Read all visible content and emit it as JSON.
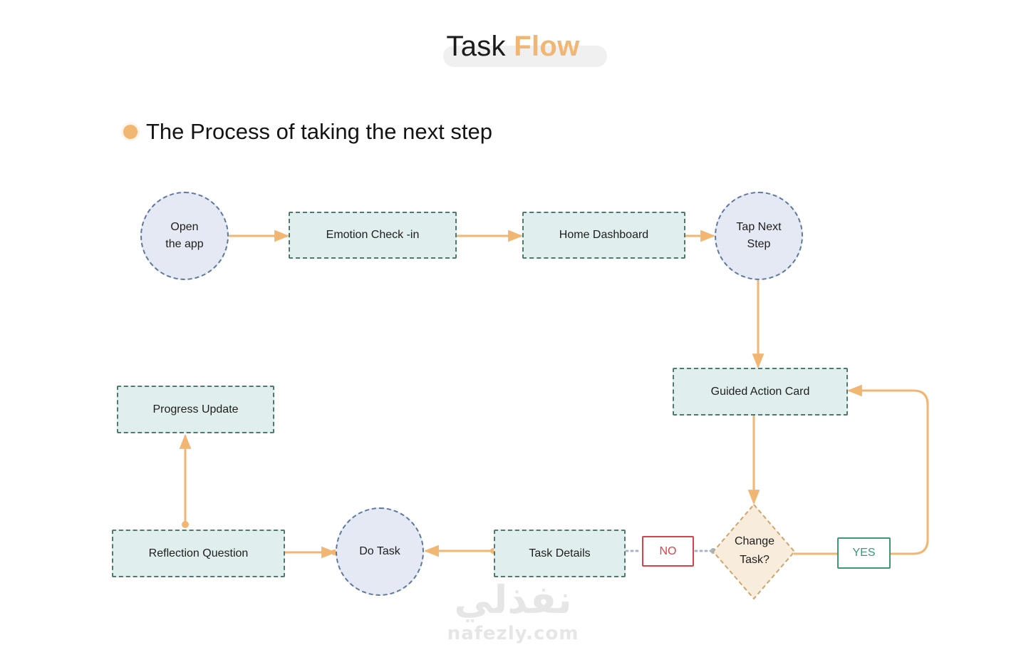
{
  "header": {
    "title_main": "Task",
    "title_accent": "Flow",
    "subtitle": "The Process of taking the next step"
  },
  "nodes": {
    "open_app_line1": "Open",
    "open_app_line2": "the app",
    "emotion_checkin": "Emotion Check -in",
    "home_dashboard": "Home Dashboard",
    "tap_next_step_line1": "Tap Next",
    "tap_next_step_line2": "Step",
    "guided_action_card": "Guided Action Card",
    "change_task_line1": "Change",
    "change_task_line2": "Task?",
    "task_details": "Task Details",
    "do_task": "Do Task",
    "reflection_question": "Reflection Question",
    "progress_update": "Progress Update"
  },
  "branches": {
    "no": "NO",
    "yes": "YES"
  },
  "watermark": {
    "arabic": "نفذلي",
    "latin": "nafezly.com"
  },
  "colors": {
    "accent": "#f2b673",
    "connector": "#f2b673",
    "rect_fill": "#e0efed",
    "rect_border": "#4f7a6f",
    "circle_fill": "#e4e9f3",
    "circle_border": "#5f789b",
    "diamond_fill": "#f8ecdc",
    "diamond_border": "#cfa56c",
    "no": "#d8434a",
    "yes": "#3b9a73"
  }
}
